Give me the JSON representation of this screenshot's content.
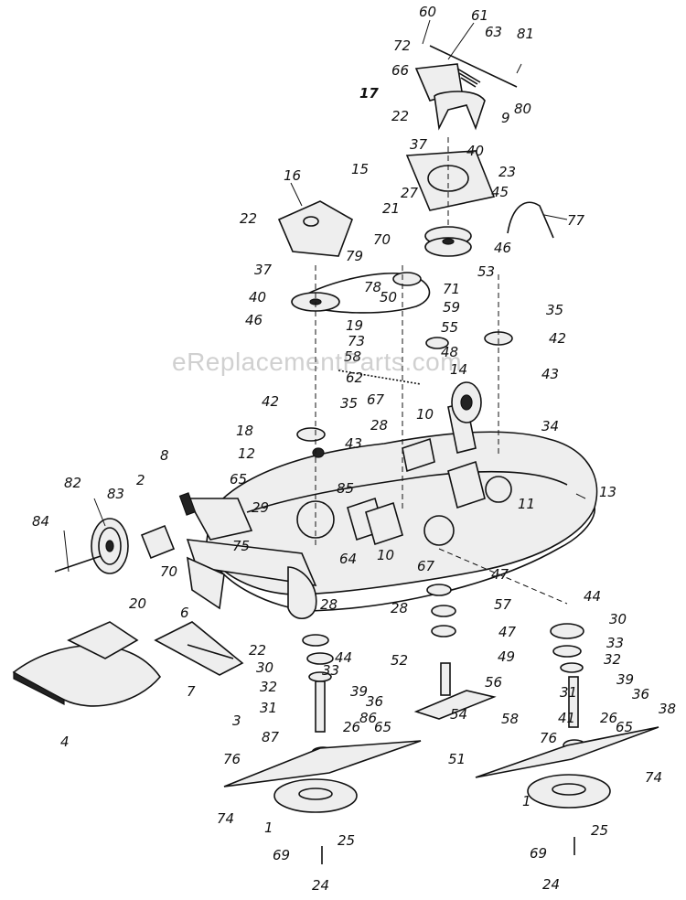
{
  "watermark": "eReplacementParts.com",
  "callouts": [
    {
      "label": "60"
    },
    {
      "label": "61"
    },
    {
      "label": "63"
    },
    {
      "label": "81"
    },
    {
      "label": "72"
    },
    {
      "label": "66"
    },
    {
      "label": "17"
    },
    {
      "label": "80"
    },
    {
      "label": "22"
    },
    {
      "label": "9"
    },
    {
      "label": "37"
    },
    {
      "label": "40"
    },
    {
      "label": "15"
    },
    {
      "label": "23"
    },
    {
      "label": "16"
    },
    {
      "label": "27"
    },
    {
      "label": "45"
    },
    {
      "label": "77"
    },
    {
      "label": "22"
    },
    {
      "label": "21"
    },
    {
      "label": "70"
    },
    {
      "label": "46"
    },
    {
      "label": "79"
    },
    {
      "label": "53"
    },
    {
      "label": "37"
    },
    {
      "label": "71"
    },
    {
      "label": "40"
    },
    {
      "label": "78"
    },
    {
      "label": "50"
    },
    {
      "label": "59"
    },
    {
      "label": "35"
    },
    {
      "label": "46"
    },
    {
      "label": "19"
    },
    {
      "label": "55"
    },
    {
      "label": "42"
    },
    {
      "label": "73"
    },
    {
      "label": "48"
    },
    {
      "label": "58"
    },
    {
      "label": "14"
    },
    {
      "label": "43"
    },
    {
      "label": "62"
    },
    {
      "label": "67"
    },
    {
      "label": "28"
    },
    {
      "label": "42"
    },
    {
      "label": "35"
    },
    {
      "label": "10"
    },
    {
      "label": "34"
    },
    {
      "label": "18"
    },
    {
      "label": "43"
    },
    {
      "label": "12"
    },
    {
      "label": "8"
    },
    {
      "label": "11"
    },
    {
      "label": "13"
    },
    {
      "label": "65"
    },
    {
      "label": "85"
    },
    {
      "label": "82"
    },
    {
      "label": "2"
    },
    {
      "label": "83"
    },
    {
      "label": "29"
    },
    {
      "label": "84"
    },
    {
      "label": "75"
    },
    {
      "label": "10"
    },
    {
      "label": "64"
    },
    {
      "label": "20"
    },
    {
      "label": "70"
    },
    {
      "label": "67"
    },
    {
      "label": "47"
    },
    {
      "label": "28"
    },
    {
      "label": "6"
    },
    {
      "label": "28"
    },
    {
      "label": "57"
    },
    {
      "label": "44"
    },
    {
      "label": "30"
    },
    {
      "label": "22"
    },
    {
      "label": "44"
    },
    {
      "label": "47"
    },
    {
      "label": "33"
    },
    {
      "label": "30"
    },
    {
      "label": "33"
    },
    {
      "label": "52"
    },
    {
      "label": "49"
    },
    {
      "label": "32"
    },
    {
      "label": "7"
    },
    {
      "label": "32"
    },
    {
      "label": "39"
    },
    {
      "label": "56"
    },
    {
      "label": "31"
    },
    {
      "label": "39"
    },
    {
      "label": "36"
    },
    {
      "label": "36"
    },
    {
      "label": "3"
    },
    {
      "label": "31"
    },
    {
      "label": "86"
    },
    {
      "label": "58"
    },
    {
      "label": "41"
    },
    {
      "label": "38"
    },
    {
      "label": "4"
    },
    {
      "label": "87"
    },
    {
      "label": "26"
    },
    {
      "label": "26"
    },
    {
      "label": "65"
    },
    {
      "label": "54"
    },
    {
      "label": "76"
    },
    {
      "label": "65"
    },
    {
      "label": "76"
    },
    {
      "label": "51"
    },
    {
      "label": "74"
    },
    {
      "label": "74"
    },
    {
      "label": "1"
    },
    {
      "label": "1"
    },
    {
      "label": "25"
    },
    {
      "label": "25"
    },
    {
      "label": "69"
    },
    {
      "label": "69"
    },
    {
      "label": "24"
    },
    {
      "label": "24"
    }
  ]
}
